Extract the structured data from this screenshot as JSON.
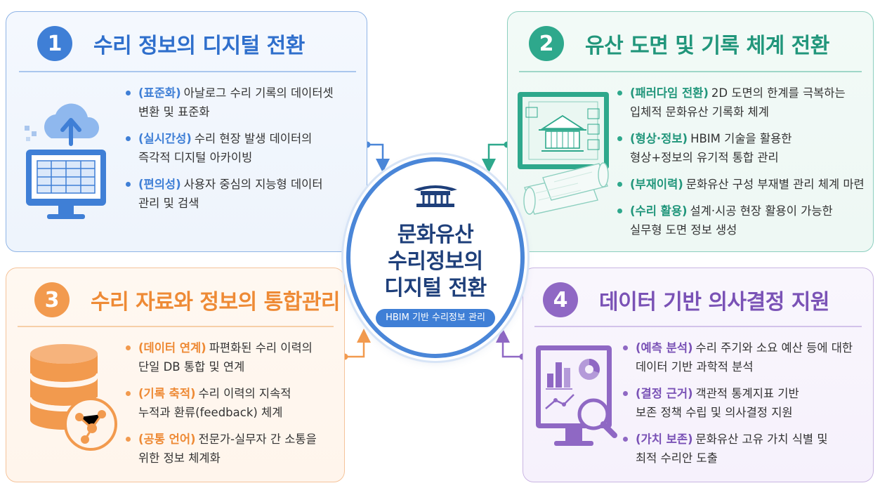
{
  "center": {
    "title_lines": [
      "문화유산",
      "수리정보의",
      "디지털 전환"
    ],
    "badge": "HBIM 기반 수리정보 관리"
  },
  "panels": [
    {
      "number": "1",
      "title": "수리 정보의 디지털 전환",
      "color": "#3f7fd6",
      "icon": "cloud-upload-monitor-icon",
      "bullets": [
        {
          "lead": "(표준화)",
          "text": "아날로그 수리 기록의 데이터셋",
          "text2": "변환 및 표준화"
        },
        {
          "lead": "(실시간성)",
          "text": "수리 현장 발생 데이터의",
          "text2": "즉각적 디지털 아카이빙"
        },
        {
          "lead": "(편의성)",
          "text": "사용자 중심의 지능형 데이터",
          "text2": "관리 및 검색"
        }
      ]
    },
    {
      "number": "2",
      "title": "유산 도면 및 기록 체계 전환",
      "color": "#2ea88c",
      "icon": "hbim-blueprint-icon",
      "bullets": [
        {
          "lead": "(패러다임 전환)",
          "text": "2D 도면의 한계를 극복하는",
          "text2": "입체적 문화유산 기록화 체계"
        },
        {
          "lead": "(형상·정보)",
          "text": "HBIM 기술을 활용한",
          "text2": "형상+정보의 유기적 통합 관리"
        },
        {
          "lead": "(부재이력)",
          "text": "문화유산 구성 부재별 관리 체계 마련",
          "text2": ""
        },
        {
          "lead": "(수리 활용)",
          "text": "설계·시공 현장 활용이 가능한",
          "text2": "실무형 도면 정보 생성"
        }
      ]
    },
    {
      "number": "3",
      "title": "수리 자료와 정보의 통합관리",
      "color": "#f29a4e",
      "icon": "database-network-icon",
      "bullets": [
        {
          "lead": "(데이터 연계)",
          "text": "파편화된 수리 이력의",
          "text2": "단일 DB 통합 및 연계"
        },
        {
          "lead": "(기록 축적)",
          "text": "수리 이력의 지속적",
          "text2": "누적과 환류(feedback) 체계"
        },
        {
          "lead": "(공통 언어)",
          "text": "전문가-실무자 간 소통을",
          "text2": "위한 정보 체계화"
        }
      ]
    },
    {
      "number": "4",
      "title": "데이터 기반 의사결정 지원",
      "color": "#8f68c4",
      "icon": "analytics-magnifier-icon",
      "bullets": [
        {
          "lead": "(예측 분석)",
          "text": "수리 주기와 소요 예산 등에 대한",
          "text2": "데이터 기반 과학적 분석"
        },
        {
          "lead": "(결정 근거)",
          "text": "객관적 통계지표 기반",
          "text2": "보존 정책 수립 및 의사결정 지원"
        },
        {
          "lead": "(가치 보존)",
          "text": "문화유산 고유 가치 식별 및",
          "text2": "최적 수리안 도출"
        }
      ]
    }
  ]
}
